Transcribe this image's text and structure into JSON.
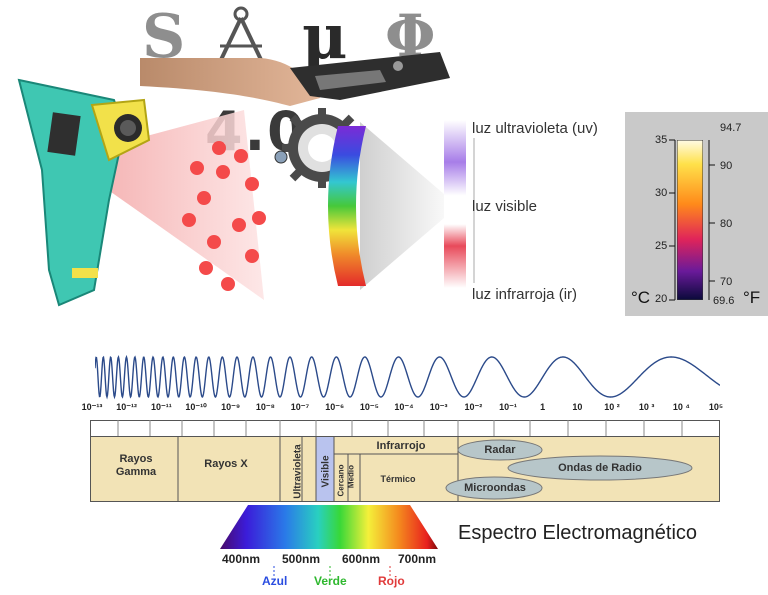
{
  "logo": {
    "letters": [
      "S",
      "μ",
      "Φ"
    ],
    "number": "4.0",
    "colors": {
      "letter": "#8e8e8e",
      "mu": "#2a2a2a",
      "number": "#3a3a3a"
    }
  },
  "light_labels": {
    "uv": "luz ultravioleta (uv)",
    "visible": "luz visible",
    "ir": "luz infrarroja (ir)"
  },
  "thermal_scale": {
    "celsius_ticks": [
      "35",
      "30",
      "25",
      "20"
    ],
    "fahrenheit_ticks": [
      "94.7",
      "90",
      "80",
      "70",
      "69.6"
    ],
    "unit_c": "°C",
    "unit_f": "°F"
  },
  "spectrum": {
    "wavelength_ticks": [
      "10⁻¹³",
      "10⁻¹²",
      "10⁻¹¹",
      "10⁻¹⁰",
      "10⁻⁹",
      "10⁻⁸",
      "10⁻⁷",
      "10⁻⁶",
      "10⁻⁵",
      "10⁻⁴",
      "10⁻³",
      "10⁻²",
      "10⁻¹",
      "1",
      "10",
      "10 ²",
      "10 ³",
      "10 ⁴",
      "10⁵"
    ],
    "bands": {
      "gamma": "Rayos Gamma",
      "xray": "Rayos X",
      "uv": "Ultravioleta",
      "visible": "Visible",
      "infrared": "Infrarrojo",
      "near": "Cercano",
      "mid": "Medio",
      "thermal": "Térmico",
      "radar": "Radar",
      "radio": "Ondas de Radio",
      "micro": "Microondas"
    },
    "title": "Espectro Electromagnético",
    "colors": {
      "band_fill": "#f2e3b6",
      "oval_fill": "#b7c6c9",
      "visible_fill": "#b9c3ee"
    }
  },
  "visible_bar": {
    "nm_labels": [
      "400nm",
      "500nm",
      "600nm",
      "700nm"
    ],
    "color_labels": [
      {
        "text": "Azul",
        "color": "#2a4de0"
      },
      {
        "text": "Verde",
        "color": "#2fb82f"
      },
      {
        "text": "Rojo",
        "color": "#e03a3a"
      }
    ]
  }
}
